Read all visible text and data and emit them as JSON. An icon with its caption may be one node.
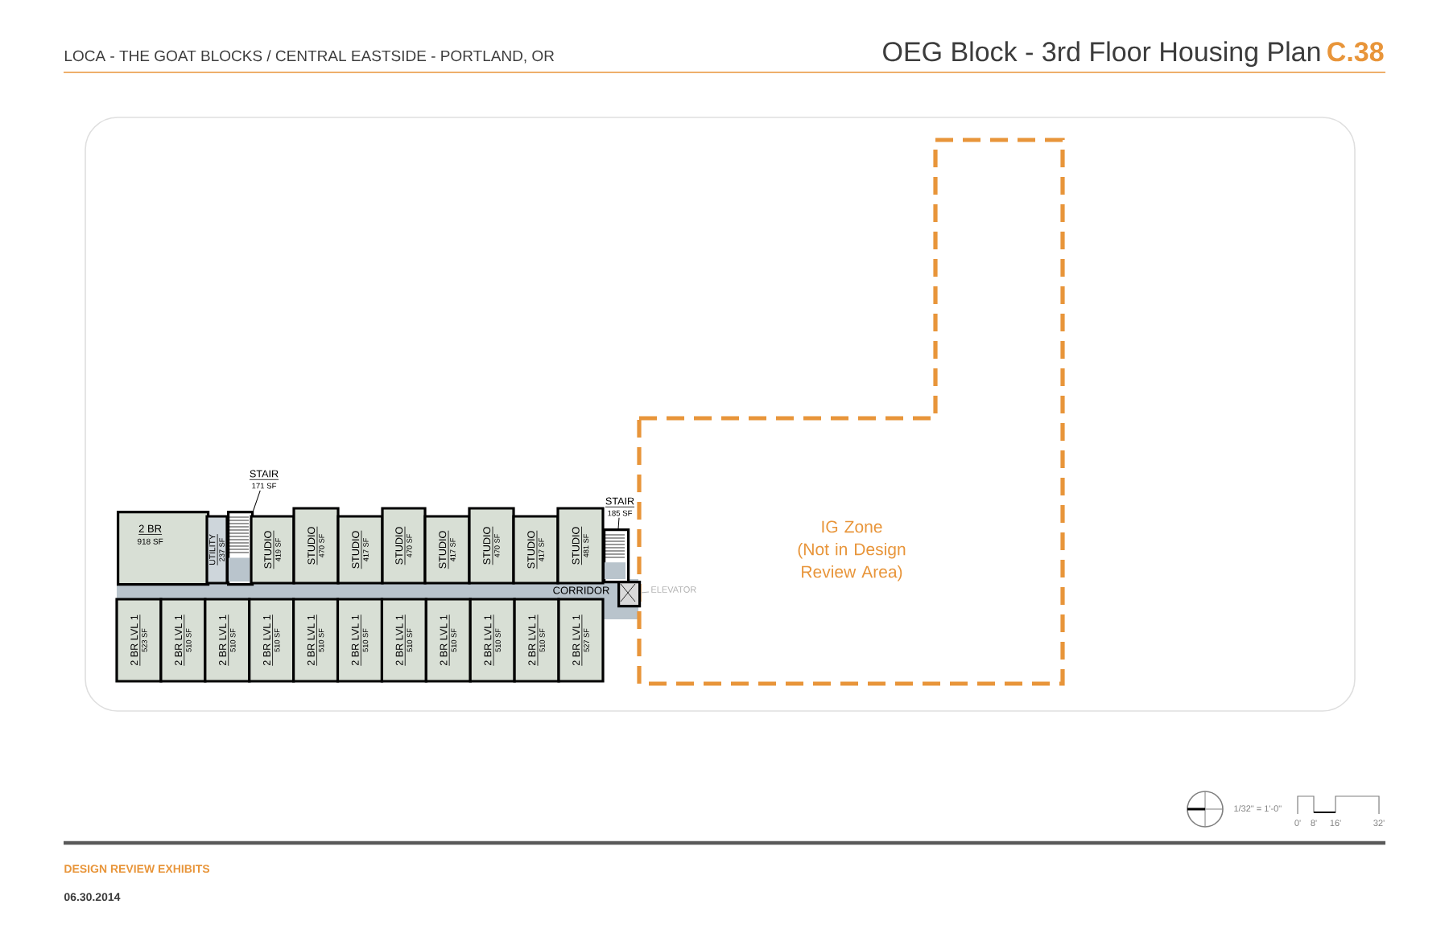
{
  "diagram": {
    "title": "OEG Block - 3rd Floor Housing Plan",
    "nodes": [
      {
        "text": [
          "2 BR",
          "918 SF"
        ]
      },
      {
        "text": [
          "UTILITY",
          "237 SF"
        ]
      },
      {
        "text": [],
        "shape": "box"
      },
      {
        "text": [
          "STUDIO",
          "419 SF"
        ]
      },
      {
        "text": [
          "STUDIO",
          "470 SF"
        ]
      },
      {
        "text": [
          "STUDIO",
          "417 SF"
        ]
      },
      {
        "text": [
          "STUDIO",
          "470 SF"
        ]
      },
      {
        "text": [
          "STUDIO",
          "417 SF"
        ]
      },
      {
        "text": [
          "STUDIO",
          "470 SF"
        ]
      },
      {
        "text": [
          "STUDIO",
          "417 SF"
        ]
      },
      {
        "text": [
          "STUDIO",
          "481 SF"
        ]
      },
      {
        "text": [],
        "shape": "box"
      },
      {
        "text": [
          "CORRIDOR"
        ]
      },
      {
        "text": [],
        "shape": "box",
        "in": 12
      },
      {
        "text": [
          "2 BR LVL 1",
          "523 SF"
        ]
      },
      {
        "text": [
          "2 BR LVL 1",
          "510 SF"
        ]
      },
      {
        "text": [
          "2 BR LVL 1",
          "510 SF"
        ]
      },
      {
        "text": [
          "2 BR LVL 1",
          "510 SF"
        ]
      },
      {
        "text": [
          "2 BR LVL 1",
          "510 SF"
        ]
      },
      {
        "text": [
          "2 BR LVL 1",
          "510 SF"
        ]
      },
      {
        "text": [
          "2 BR LVL 1",
          "510 SF"
        ]
      },
      {
        "text": [
          "2 BR LVL 1",
          "510 SF"
        ]
      },
      {
        "text": [
          "2 BR LVL 1",
          "510 SF"
        ]
      },
      {
        "text": [
          "2 BR LVL 1",
          "510 SF"
        ]
      },
      {
        "text": [
          "2 BR LVL 1",
          "527 SF"
        ]
      },
      {
        "text": [
          "STAIR",
          "171 SF"
        ]
      },
      {
        "text": [
          "STAIR",
          "185 SF"
        ]
      },
      {
        "text": [
          "IG Zone",
          "(Not in Design Review Area)"
        ]
      },
      {
        "text": [
          "ELEVATOR"
        ],
        "in": 27
      }
    ],
    "edges": [
      {
        "from": 25,
        "to": 2,
        "arrow": "none"
      },
      {
        "from": 26,
        "to": 11,
        "arrow": "none"
      },
      {
        "from": 28,
        "to": 13,
        "arrow": "none",
        "color": "#b2b2b2"
      }
    ],
    "labels": [
      "LOCA - THE GOAT BLOCKS / CENTRAL EASTSIDE - PORTLAND, OR",
      "C.38",
      "1/32\" = 1'-0\"",
      "0'",
      "8'",
      "16'",
      "32'",
      "DESIGN REVIEW EXHIBITS",
      "06.30.2014"
    ]
  }
}
